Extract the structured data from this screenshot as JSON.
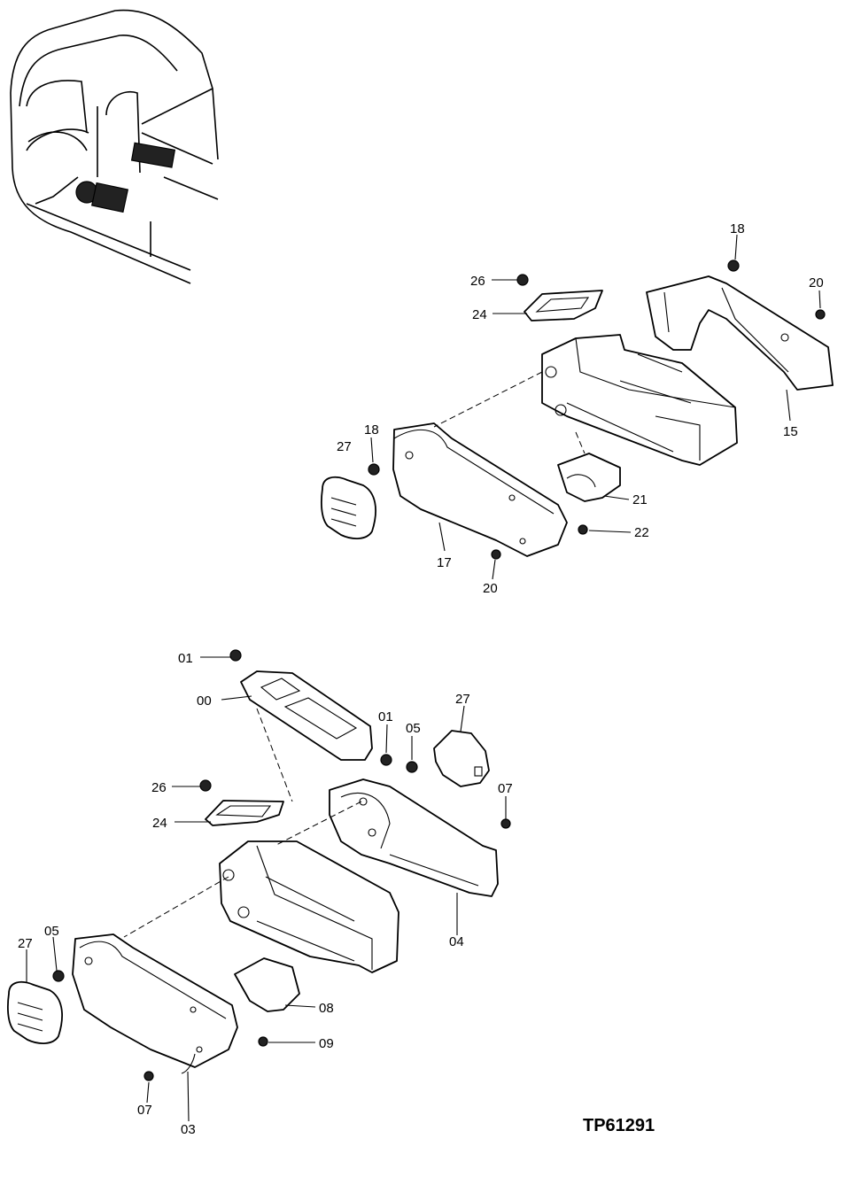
{
  "drawing_code": "TP61291",
  "upper_labels": {
    "p18a": "18",
    "p26": "26",
    "p20a": "20",
    "p24": "24",
    "p15": "15",
    "p27": "27",
    "p18b": "18",
    "p21": "21",
    "p22": "22",
    "p17": "17",
    "p20b": "20"
  },
  "lower_labels": {
    "p01a": "01",
    "p00": "00",
    "p01b": "01",
    "p05a": "05",
    "p27a": "27",
    "p26": "26",
    "p07a": "07",
    "p24": "24",
    "p05b": "05",
    "p27b": "27",
    "p04": "04",
    "p08": "08",
    "p09": "09",
    "p07b": "07",
    "p03": "03"
  }
}
